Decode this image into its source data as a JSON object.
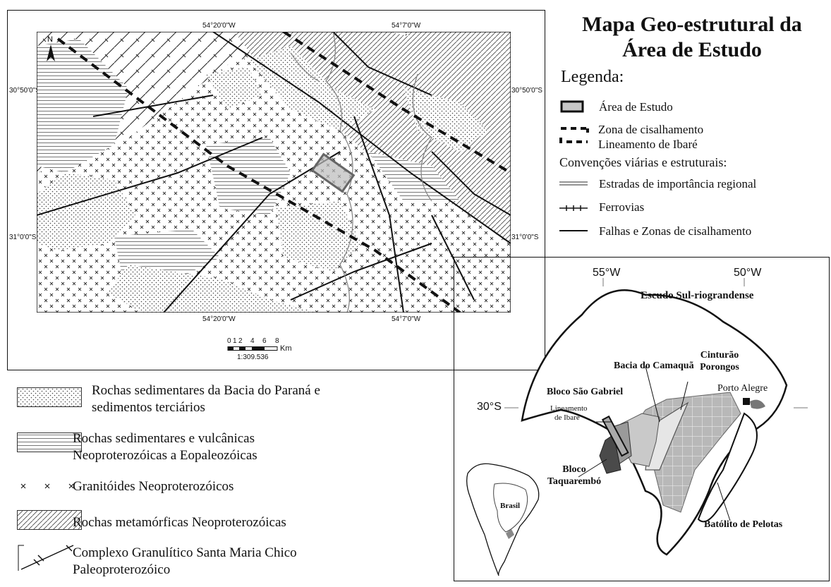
{
  "title_line1": "Mapa Geo-estrutural da",
  "title_line2": "Área de Estudo",
  "legend": {
    "heading": "Legenda:",
    "study_area": "Área de Estudo",
    "shear_zone": "Zona de cisalhamento",
    "ibare_lineament": "Lineamento de Ibaré",
    "conventions_heading": "Convenções viárias e estruturais:",
    "roads": "Estradas de importância regional",
    "railways": "Ferrovias",
    "faults": "Falhas e Zonas de cisalhamento"
  },
  "map": {
    "coord_top_left": "54°20'0\"W",
    "coord_top_right": "54°7'0\"W",
    "coord_bottom_left": "54°20'0\"W",
    "coord_bottom_right": "54°7'0\"W",
    "lat_top_left": "30°50'0\"S",
    "lat_top_right": "30°50'0\"S",
    "lat_bottom_left": "31°0'0\"S",
    "lat_bottom_right": "31°0'0\"S",
    "north_label": "N",
    "scale_ticks": [
      "0",
      "1",
      "2",
      "4",
      "6",
      "8"
    ],
    "scale_unit": "Km",
    "scale_ratio": "1:309.536"
  },
  "lithology": [
    {
      "line1": "Rochas sedimentares da Bacia do Paraná e",
      "line2": "sedimentos terciários"
    },
    {
      "line1": "Rochas sedimentares e vulcânicas",
      "line2": "Neoproterozóicas a Eopaleozóicas"
    },
    {
      "line1": "Granitóides Neoproterozóicos",
      "line2": ""
    },
    {
      "line1": "Rochas metamórficas Neoproterozóicas",
      "line2": ""
    },
    {
      "line1": "Complexo Granulítico Santa Maria Chico",
      "line2": "Paleoproterozóico"
    }
  ],
  "inset": {
    "lon1": "55°W",
    "lon2": "50°W",
    "lat": "30°S",
    "shield": "Escudo Sul-riograndense",
    "camaqua": "Bacia do Camaquã",
    "porongos_1": "Cinturão",
    "porongos_2": "Porongos",
    "sao_gabriel": "Bloco São Gabriel",
    "lineamento_1": "Lineamento",
    "lineamento_2": "de Ibaré",
    "porto_alegre": "Porto Alegre",
    "taquarembo_1": "Bloco",
    "taquarembo_2": "Taquarembó",
    "pelotas": "Batólito de Pelotas",
    "brasil": "Brasil"
  }
}
